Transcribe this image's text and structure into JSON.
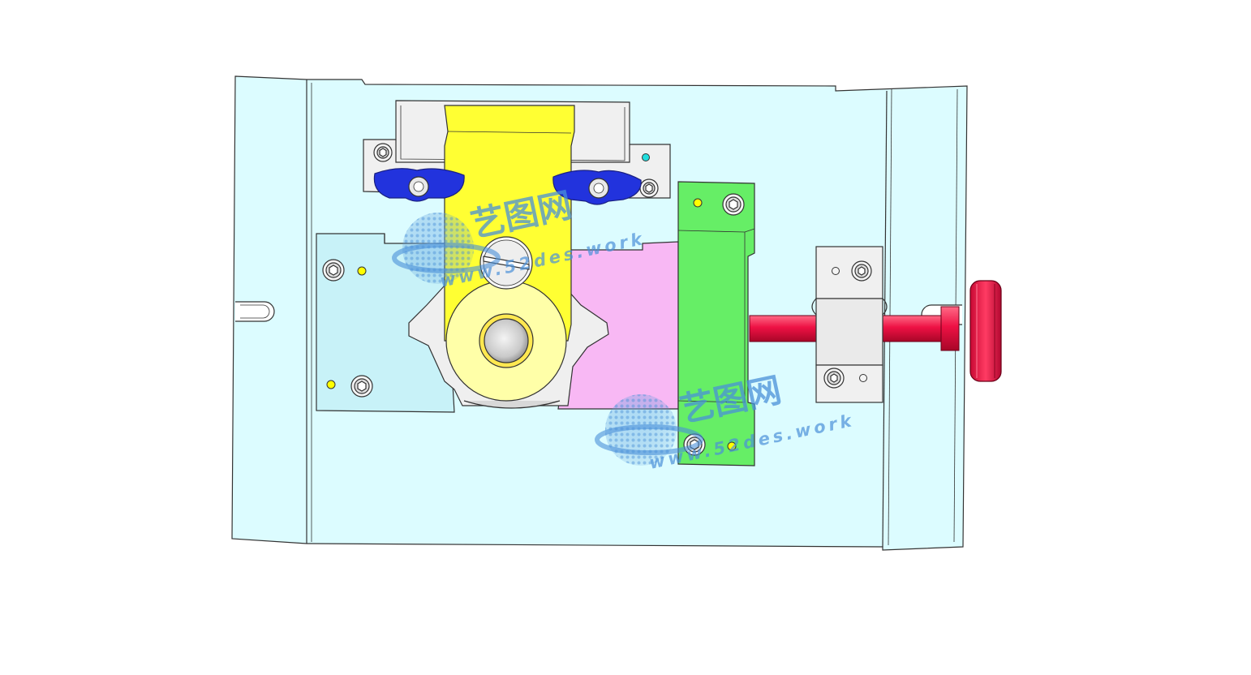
{
  "scene": {
    "type": "cad-assembly-front-view",
    "colors": {
      "background": "#ffffff",
      "base_plate": "#dcfcff",
      "edge": "#333333",
      "clamp_arm": "#ffff33",
      "arm_boss": "#ffffa8",
      "left_block": "#c8f2f8",
      "pink_block": "#f8b8f4",
      "green_bracket": "#66ee66",
      "wing_nut": "#2233dd",
      "plunger": "#ee1144",
      "support_block": "#f0f0f0",
      "yellow_pin": "#ffff00",
      "cyan_pin": "#22dddd",
      "watermark": "#4a90d8"
    }
  },
  "watermarks": [
    {
      "brand": "艺图网",
      "url": "www.52des.work"
    },
    {
      "brand": "艺图网",
      "url": "www.52des.work"
    }
  ]
}
